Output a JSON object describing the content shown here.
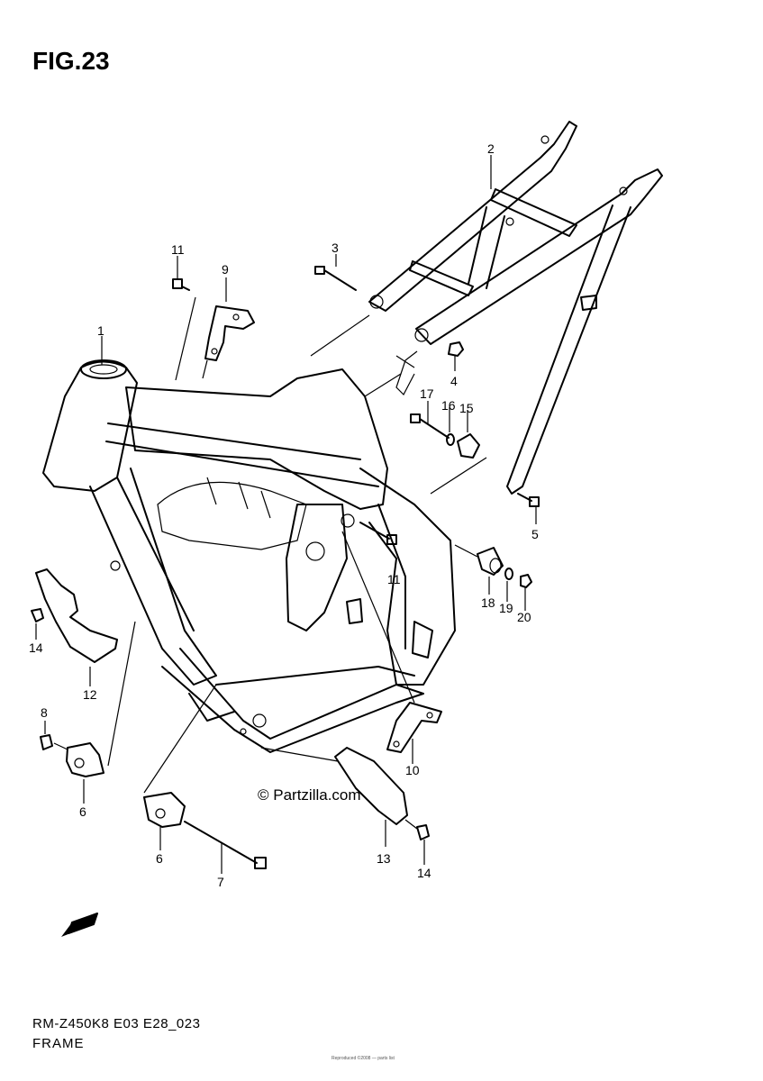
{
  "figure": {
    "title": "FIG.23",
    "watermark": "© Partzilla.com",
    "fwd_label": "FWD",
    "footer_code": "RM-Z450K8 E03 E28_023",
    "footer_name": "FRAME",
    "fine_print": "Reproduced ©2008 — parts list"
  },
  "callouts": [
    "1",
    "2",
    "3",
    "4",
    "5",
    "6",
    "6",
    "7",
    "8",
    "9",
    "10",
    "11",
    "11",
    "12",
    "13",
    "14",
    "14",
    "15",
    "16",
    "17",
    "18",
    "19",
    "20"
  ]
}
